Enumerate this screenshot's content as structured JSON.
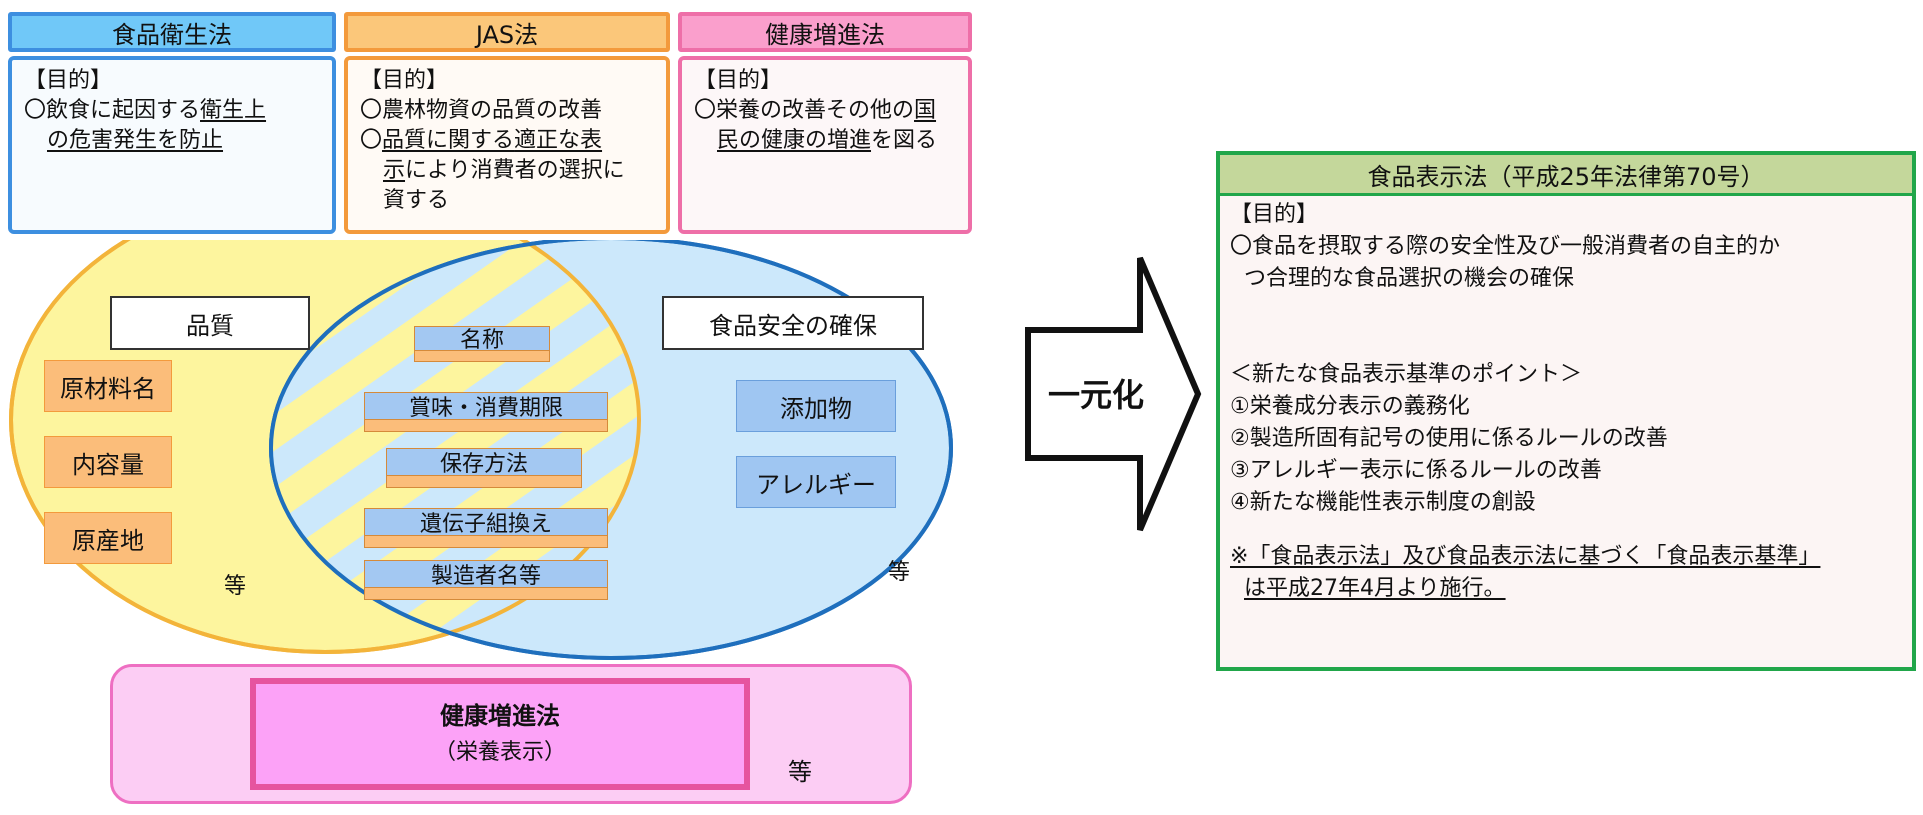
{
  "laws": [
    {
      "title": "食品衛生法",
      "purpose_label": "【目的】",
      "line1_a": "〇飲食に起因する",
      "line1_b": "衛生上",
      "line2": "の危害発生を防止",
      "border_color": "#3d8fe0",
      "head_bg": "#70c8f8",
      "body_bg": "#f7fbfe"
    },
    {
      "title": "JAS法",
      "purpose_label": "【目的】",
      "line1": "〇農林物資の品質の改善",
      "line2_a": "〇",
      "line2_b": "品質に関する",
      "line2_c": "適正な表",
      "line3_a": "示",
      "line3_b": "により消費者の選択に",
      "line4": "資する",
      "border_color": "#f39a3c",
      "head_bg": "#fbc77a",
      "body_bg": "#fffaf5"
    },
    {
      "title": "健康増進法",
      "purpose_label": "【目的】",
      "line1_a": "〇栄養の改善その他の",
      "line1_b": "国",
      "line2_a": "民の健康の増進",
      "line2_b": "を図る",
      "border_color": "#ee6fa8",
      "head_bg": "#fa9fcc",
      "body_bg": "#fdf7f8"
    }
  ],
  "venn": {
    "left_label": "品質",
    "right_label": "食品安全の確保",
    "left_items": [
      "原材料名",
      "内容量",
      "原産地"
    ],
    "center_items": [
      "名称",
      "賞味・消費期限",
      "保存方法",
      "遺伝子組換え",
      "製造者名等"
    ],
    "right_items": [
      "添加物",
      "アレルギー"
    ],
    "etc_left": "等",
    "etc_right": "等",
    "left_fill": "#fdf59e",
    "left_stroke": "#f3b43a",
    "right_fill": "#cce8fb",
    "right_stroke": "#1f6fbd"
  },
  "health": {
    "title": "健康増進法",
    "subtitle": "（栄養表示）",
    "etc": "等"
  },
  "arrow": {
    "label": "一元化"
  },
  "new_law": {
    "title": "食品表示法（平成25年法律第70号）",
    "purpose_label": "【目的】",
    "purpose_1": "〇食品を摂取する際の安全性及び一般消費者の自主的か",
    "purpose_2": "つ合理的な食品選択の機会の確保",
    "points_title": "＜新たな食品表示基準のポイント＞",
    "points": [
      "①栄養成分表示の義務化",
      "②製造所固有記号の使用に係るルールの改善",
      "③アレルギー表示に係るルールの改善",
      "④新たな機能性表示制度の創設"
    ],
    "note_1": "※「食品表示法」及び食品表示法に基づく「食品表示基準」",
    "note_2": "は平成27年4月より施行。",
    "border_color": "#21a64a",
    "head_bg": "#c4d79b"
  }
}
